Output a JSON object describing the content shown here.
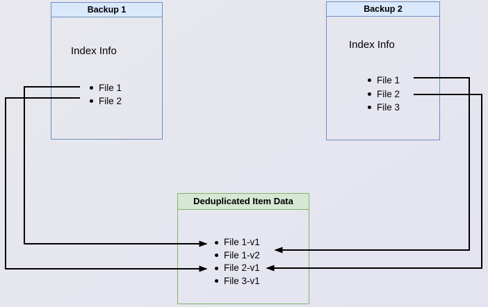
{
  "diagram": {
    "backup1": {
      "title": "Backup 1",
      "section_label": "Index Info",
      "files": [
        "File 1",
        "File 2"
      ]
    },
    "backup2": {
      "title": "Backup 2",
      "section_label": "Index Info",
      "files": [
        "File 1",
        "File 2",
        "File 3"
      ]
    },
    "dedup": {
      "title": "Deduplicated Item Data",
      "items": [
        "File 1-v1",
        "File 1-v2",
        "File 2-v1",
        "File 3-v1"
      ]
    },
    "connections": [
      {
        "from": "Backup 1 / File 1",
        "to": "File 1-v1"
      },
      {
        "from": "Backup 1 / File 2",
        "to": "File 2-v1"
      },
      {
        "from": "Backup 2 / File 1",
        "to": "File 1-v2"
      },
      {
        "from": "Backup 2 / File 2",
        "to": "File 2-v1"
      }
    ],
    "colors": {
      "background": "#e5e6f0",
      "blue_box_border": "#6c8ebf",
      "blue_header_fill": "#dae8fc",
      "green_box_border": "#82b366",
      "green_header_fill": "#d5e8d4",
      "arrow": "#000000",
      "text": "#000000"
    }
  }
}
